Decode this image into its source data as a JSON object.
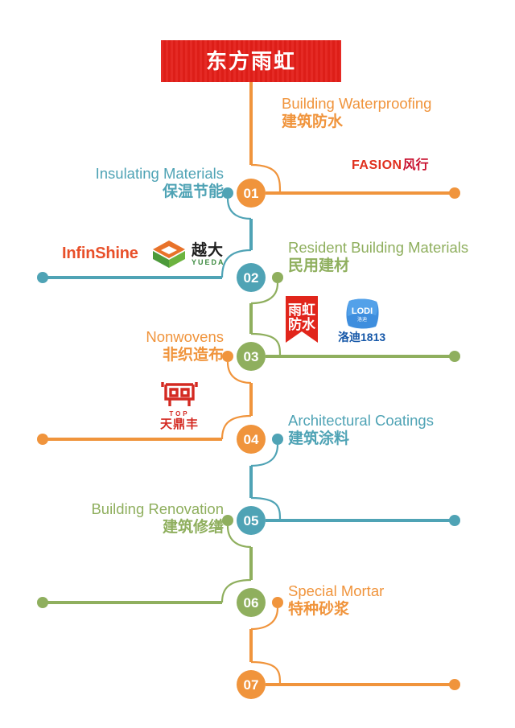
{
  "banner": {
    "title": "东方雨虹"
  },
  "colors": {
    "orange": "#F0943C",
    "teal": "#4FA3B5",
    "green": "#8FAF5E",
    "red": "#E41F19",
    "white": "#FFFFFF"
  },
  "nodes": [
    {
      "number": "01",
      "color": "#F0943C"
    },
    {
      "number": "02",
      "color": "#4FA3B5"
    },
    {
      "number": "03",
      "color": "#8FAF5E"
    },
    {
      "number": "04",
      "color": "#F0943C"
    },
    {
      "number": "05",
      "color": "#4FA3B5"
    },
    {
      "number": "06",
      "color": "#8FAF5E"
    },
    {
      "number": "07",
      "color": "#F0943C"
    }
  ],
  "segments": [
    {
      "id": "waterproofing",
      "node": "01",
      "side": "right",
      "en": "Building Waterproofing",
      "zh": "建筑防水",
      "color": "#F0943C",
      "logos": [
        "fasion"
      ]
    },
    {
      "id": "insulating",
      "node": "01",
      "side": "left",
      "en": "Insulating Materials",
      "zh": "保温节能",
      "color": "#4FA3B5",
      "logos": []
    },
    {
      "id": "resident-building-materials",
      "node": "02",
      "side": "right",
      "en": "Resident Building Materials",
      "zh": "民用建材",
      "color": "#8FAF5E",
      "logos": [
        "yuhong",
        "lodi"
      ]
    },
    {
      "id": "civil-left",
      "node": "02",
      "side": "left",
      "en": "",
      "zh": "",
      "color": "#4FA3B5",
      "logos": [
        "infinshine",
        "yueda"
      ]
    },
    {
      "id": "nonwovens",
      "node": "03",
      "side": "left",
      "en": "Nonwovens",
      "zh": "非织造布",
      "color": "#F0943C",
      "logos": [
        "tianding"
      ]
    },
    {
      "id": "architectural-coatings",
      "node": "04",
      "side": "right",
      "en": "Architectural Coatings",
      "zh": "建筑涂料",
      "color": "#4FA3B5",
      "logos": []
    },
    {
      "id": "building-renovation",
      "node": "05",
      "side": "left",
      "en": "Building Renovation",
      "zh": "建筑修缮",
      "color": "#8FAF5E",
      "logos": []
    },
    {
      "id": "special-mortar",
      "node": "06",
      "side": "right",
      "en": "Special Mortar",
      "zh": "特种砂浆",
      "color": "#F0943C",
      "logos": []
    },
    {
      "id": "segment-07",
      "node": "07",
      "side": "right",
      "en": "",
      "zh": "",
      "color": "#F0943C",
      "logos": []
    }
  ],
  "logos": {
    "fasion": {
      "latin": "FASION",
      "cjk": "风行"
    },
    "infinshine": {
      "text": "InfinShine"
    },
    "yueda": {
      "cn": "越大",
      "en": "YUEDA"
    },
    "yuhong": {
      "line1": "雨虹",
      "line2": "防水"
    },
    "lodi": {
      "mark": "LODI",
      "caption": "洛迪1813"
    },
    "tianding": {
      "top": "TOP",
      "cn": "天鼎丰"
    }
  }
}
